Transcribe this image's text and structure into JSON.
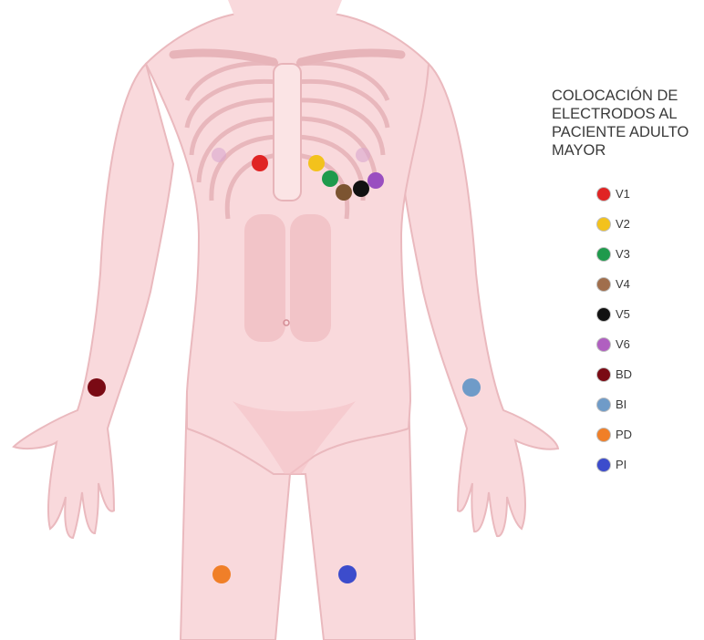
{
  "legend": {
    "title_lines": [
      "COLOCACIÓN DE",
      "ELECTRODOS AL",
      "PACIENTE ADULTO",
      "MAYOR"
    ],
    "items": [
      {
        "label": "V1",
        "color": "#e02424"
      },
      {
        "label": "V2",
        "color": "#f3c21c"
      },
      {
        "label": "V3",
        "color": "#1f9a4c"
      },
      {
        "label": "V4",
        "color": "#a06e4c"
      },
      {
        "label": "V5",
        "color": "#111111"
      },
      {
        "label": "V6",
        "color": "#b05fc0"
      },
      {
        "label": "BD",
        "color": "#7a0a14"
      },
      {
        "label": "BI",
        "color": "#6f9bc8"
      },
      {
        "label": "PD",
        "color": "#f07f28"
      },
      {
        "label": "PI",
        "color": "#3c4ccc"
      }
    ]
  },
  "colors": {
    "skin": "#f9d9dc",
    "skin_shadow": "#f0b9bf",
    "muscle": "#e9a3ab",
    "bone": "#fbe4e5",
    "bone_outline": "#e7b4b9"
  }
}
